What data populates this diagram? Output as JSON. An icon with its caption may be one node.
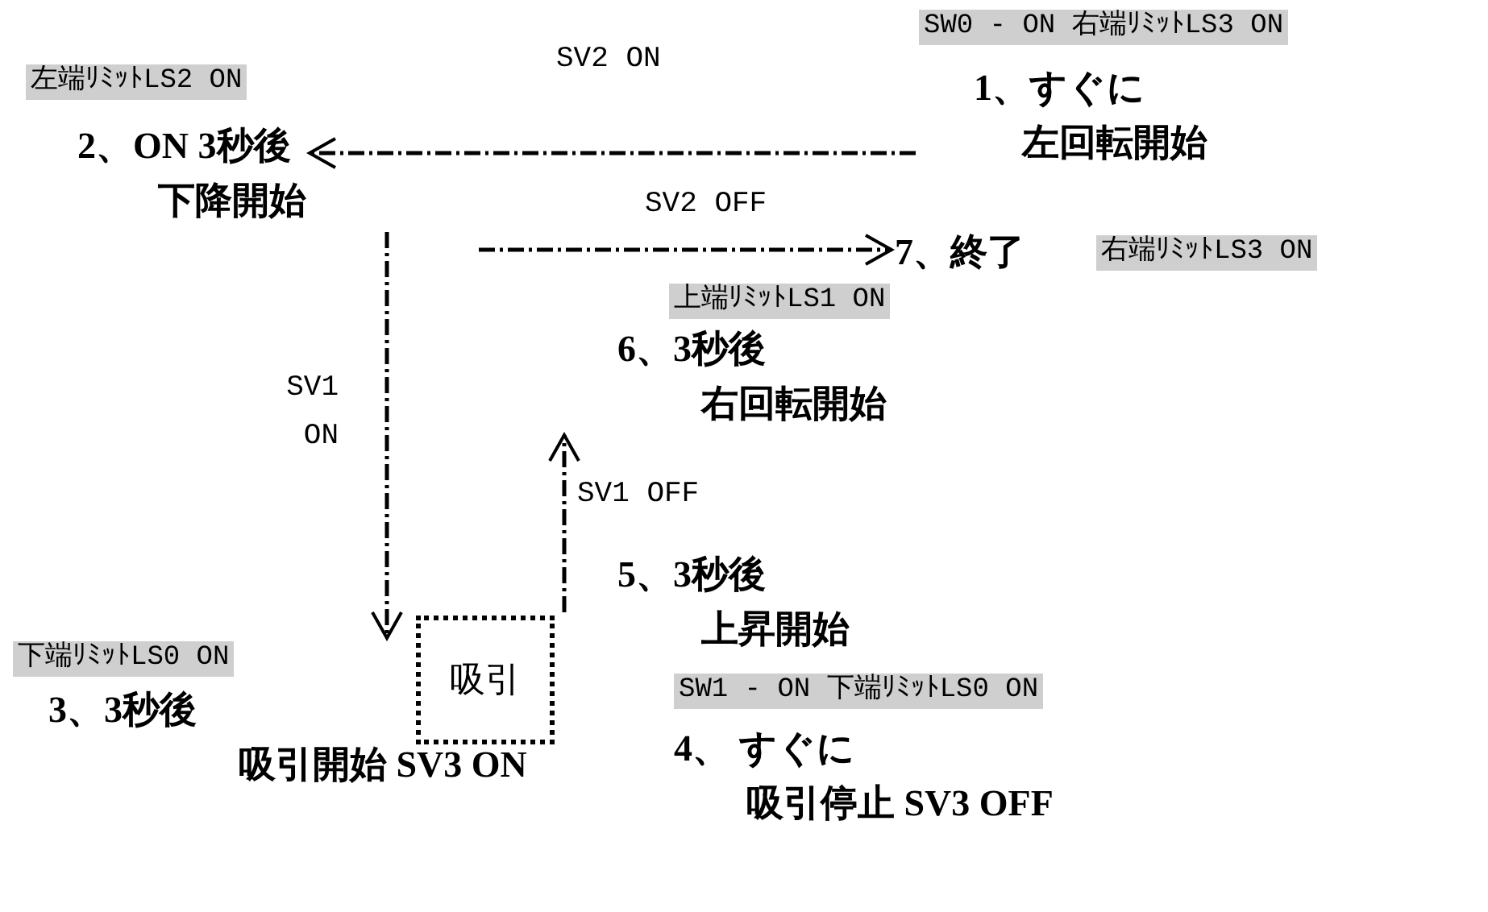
{
  "diagram": {
    "nodes": [
      {
        "text": [
          "SW0 - ON 右端ﾘﾐｯﾄLS3 ON",
          "1、すぐに左回転開始"
        ]
      },
      {
        "text": [
          "左端ﾘﾐｯﾄLS2 ON",
          "2、ON 3秒後下降開始"
        ]
      },
      {
        "text": [
          "下端ﾘﾐｯﾄLS0 ON",
          "3、3秒後吸引開始 SV3 ON"
        ]
      },
      {
        "text": [
          "吸引"
        ]
      },
      {
        "text": [
          "SW1 - ON 下端ﾘﾐｯﾄLS0 ON",
          "4、 すぐに吸引停止 SV3 OFF"
        ]
      },
      {
        "text": [
          "5、3秒後上昇開始"
        ]
      },
      {
        "text": [
          "上端ﾘﾐｯﾄLS1 ON",
          "6、3秒後右回転開始"
        ]
      },
      {
        "text": [
          "7、終了",
          "右端ﾘﾐｯﾄLS3 ON"
        ]
      }
    ],
    "edges": [
      {
        "from": 0,
        "to": 1,
        "arrow": "to",
        "label": "SV2 ON",
        "style": "dashed"
      },
      {
        "from": 1,
        "to": 2,
        "arrow": "to",
        "label": "SV1 ON",
        "style": "dashed"
      },
      {
        "from": 3,
        "to": 6,
        "arrow": "to",
        "label": "SV1 OFF",
        "style": "dashed"
      },
      {
        "from": null,
        "to": 7,
        "arrow": "to",
        "label": "SV2 OFF",
        "style": "dashed"
      }
    ]
  }
}
